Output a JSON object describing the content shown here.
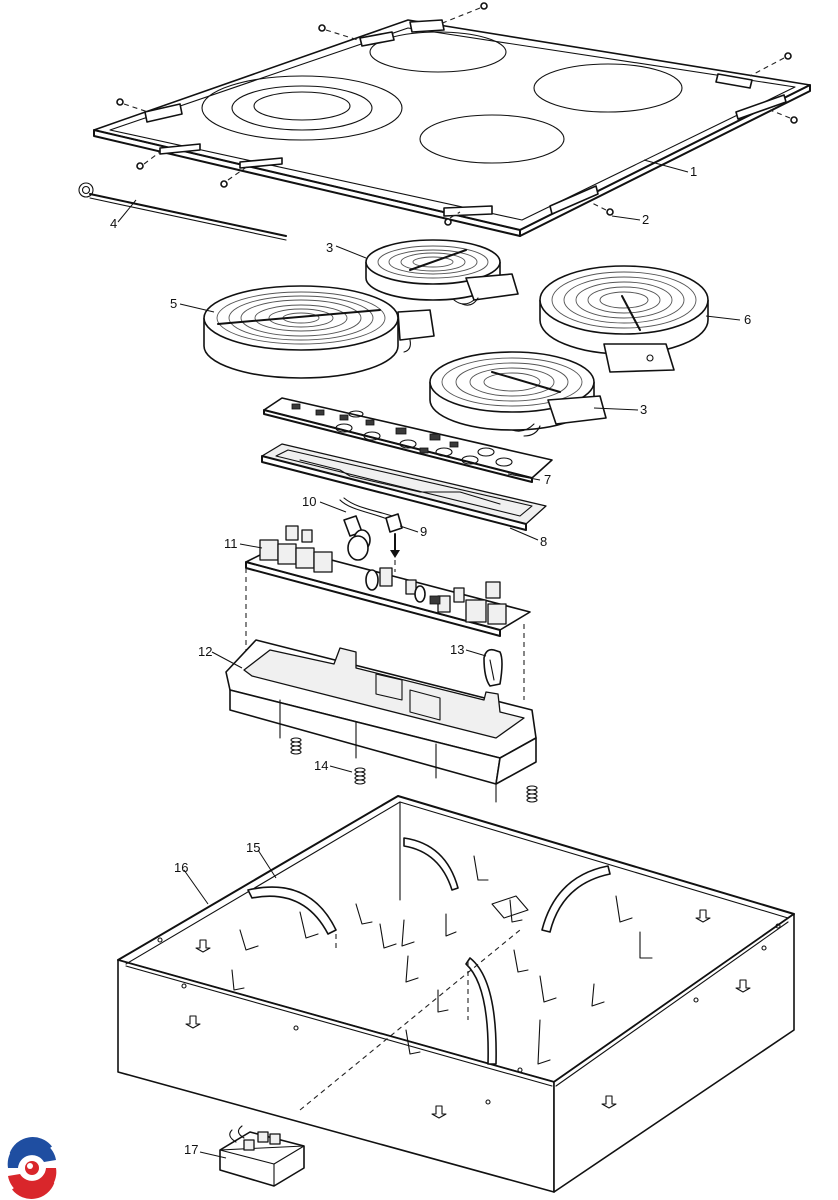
{
  "callouts": {
    "c1": "1",
    "c2": "2",
    "c3a": "3",
    "c3b": "3",
    "c4": "4",
    "c5": "5",
    "c6": "6",
    "c7": "7",
    "c8": "8",
    "c9": "9",
    "c10": "10",
    "c11": "11",
    "c12": "12",
    "c13": "13",
    "c14": "14",
    "c15": "15",
    "c16": "16",
    "c17": "17"
  },
  "logo": {
    "name": "brand-logo",
    "colors": [
      "#1f4ea1",
      "#d9262b"
    ]
  }
}
